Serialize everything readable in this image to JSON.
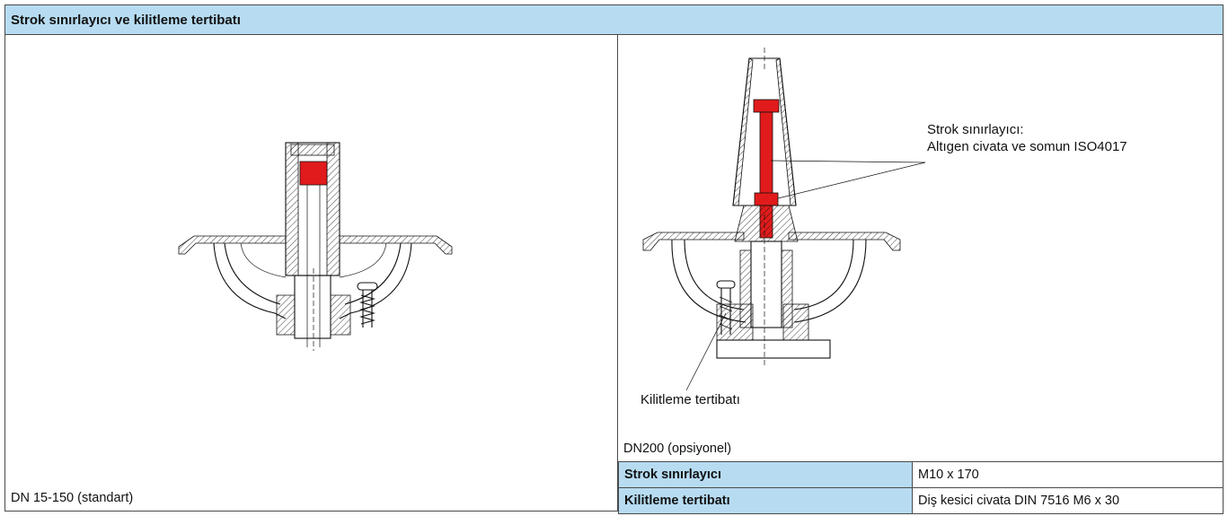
{
  "header": {
    "title": "Strok sınırlayıcı ve kilitleme tertibatı"
  },
  "left": {
    "caption": "DN 15-150 (standart)"
  },
  "right": {
    "caption": "DN200 (opsiyonel)",
    "annotation_stroke_line1": "Strok sınırlayıcı:",
    "annotation_stroke_line2": "Altıgen civata ve somun ISO4017",
    "annotation_lock": "Kilitleme tertibatı"
  },
  "table": {
    "rows": [
      {
        "label": "Strok sınırlayıcı",
        "value": "M10 x 170"
      },
      {
        "label": "Kilitleme tertibatı",
        "value": "Diş kesici civata DIN 7516 M6 x 30"
      }
    ]
  },
  "colors": {
    "header_bg": "#b7dcf2",
    "highlight_red": "#e11b1b",
    "border": "#4a4a4a"
  }
}
